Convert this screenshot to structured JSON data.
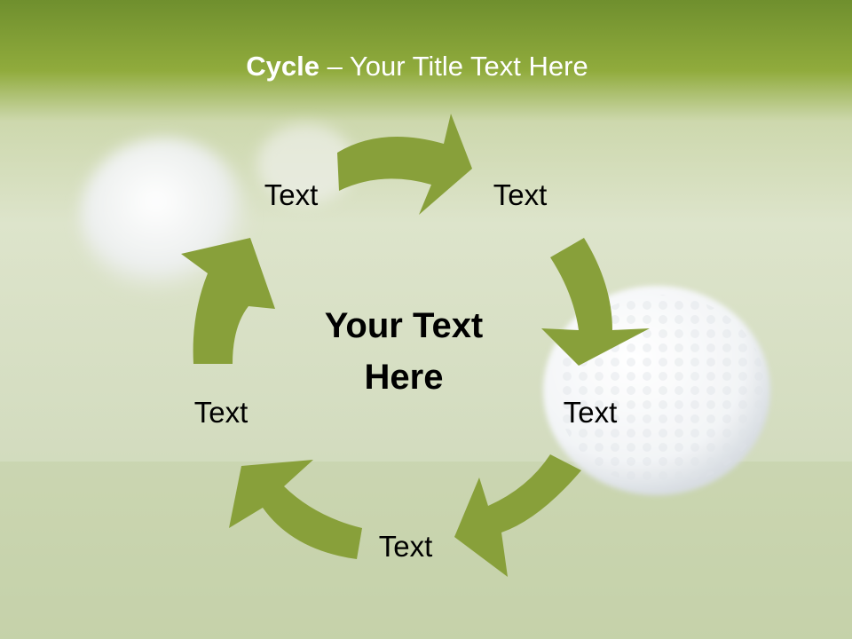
{
  "title": {
    "bold": "Cycle",
    "rest": " – Your Title Text Here"
  },
  "center_text": "Your Text Here",
  "nodes": [
    {
      "label": "Text"
    },
    {
      "label": "Text"
    },
    {
      "label": "Text"
    },
    {
      "label": "Text"
    },
    {
      "label": "Text"
    }
  ],
  "colors": {
    "arrow": "#88a03a",
    "title": "#ffffff",
    "banner": "#8aa63a",
    "grass": "#d6dfc3"
  }
}
